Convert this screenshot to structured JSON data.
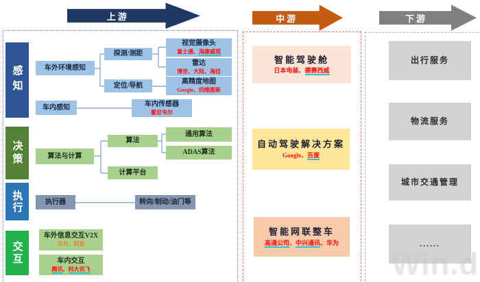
{
  "arrows": {
    "upstream": "上游",
    "midstream": "中游",
    "downstream": "下游"
  },
  "upstream": {
    "row_labels": {
      "perception": "感知",
      "decision": "决策",
      "execution": "执行",
      "interaction": "交互"
    },
    "nodes": {
      "external_perception": {
        "label": "车外环境感知"
      },
      "internal_perception": {
        "label": "车内感知"
      },
      "detection": {
        "label": "探测/测距"
      },
      "positioning": {
        "label": "定位/导航"
      },
      "camera": {
        "label": "视觉摄像头",
        "companies": [
          {
            "t": "富士通、"
          },
          {
            "t": "海康威视",
            "u": true
          }
        ]
      },
      "radar": {
        "label": "雷达",
        "companies": [
          {
            "t": "博世、大陆、海拉"
          }
        ]
      },
      "hd_map": {
        "label": "高精度地图",
        "companies": [
          {
            "t": "Google、四维图新"
          }
        ]
      },
      "internal_sensor": {
        "label": "车内传感器",
        "companies": [
          {
            "t": "霍尼韦尔"
          }
        ]
      },
      "algo_computing": {
        "label": "算法与计算"
      },
      "algorithm": {
        "label": "算法"
      },
      "general_algorithm": {
        "label": "通用算法"
      },
      "adas_algorithm": {
        "label": "ADAS算法"
      },
      "computing_platform": {
        "label": "计算平台"
      },
      "actuator": {
        "label": "执行器"
      },
      "actuation_types": {
        "label": "转向/制动/油门等"
      },
      "v2x": {
        "label": "车外信息交互V2X",
        "companies": [
          {
            "t": "华为、阿里"
          }
        ]
      },
      "in_car_interaction": {
        "label": "车内交互",
        "companies": [
          {
            "t": "腾讯",
            "u": true
          },
          {
            "t": "、"
          },
          {
            "t": "科大讯飞",
            "u": true
          }
        ]
      }
    }
  },
  "midstream": {
    "nodes": {
      "smart_cockpit": {
        "label": "智能驾驶舱",
        "companies": [
          {
            "t": "日本电装、"
          },
          {
            "t": "德赛西威",
            "u": true
          }
        ]
      },
      "ad_solution": {
        "label": "自动驾驶解决方案",
        "companies": [
          {
            "t": "Google、"
          },
          {
            "t": "百度",
            "u": true
          }
        ]
      },
      "connected_vehicle": {
        "label": "智能网联整车",
        "companies": [
          {
            "t": "高通公司",
            "u": true
          },
          {
            "t": "、"
          },
          {
            "t": "中兴通讯",
            "u": true
          },
          {
            "t": "、华为"
          }
        ]
      }
    }
  },
  "downstream": {
    "nodes": [
      {
        "label": "出行服务"
      },
      {
        "label": "物流服务"
      },
      {
        "label": "城市交通管理"
      },
      {
        "label": "......"
      }
    ]
  },
  "watermark": "Win.d",
  "colors": {
    "upstream_arrow": "#1F3864",
    "midstream_arrow": "#C55A11",
    "downstream_arrow": "#808080",
    "perception_label": "#2F5597",
    "decision_label": "#538135",
    "execution_label": "#2E75B6",
    "interaction_label": "#21B14D",
    "light_blue_node": "#9DC3E6",
    "light_green_node": "#A9D18E",
    "gray_blue_node": "#8496B0",
    "cockpit_box": "#FBE5D6",
    "solution_box": "#FFE699",
    "vehicle_box": "#F7CBAC",
    "downstream_box": "#D2D2D2",
    "company_text": "#FE1010",
    "company_underline": "#2FC5C8"
  }
}
